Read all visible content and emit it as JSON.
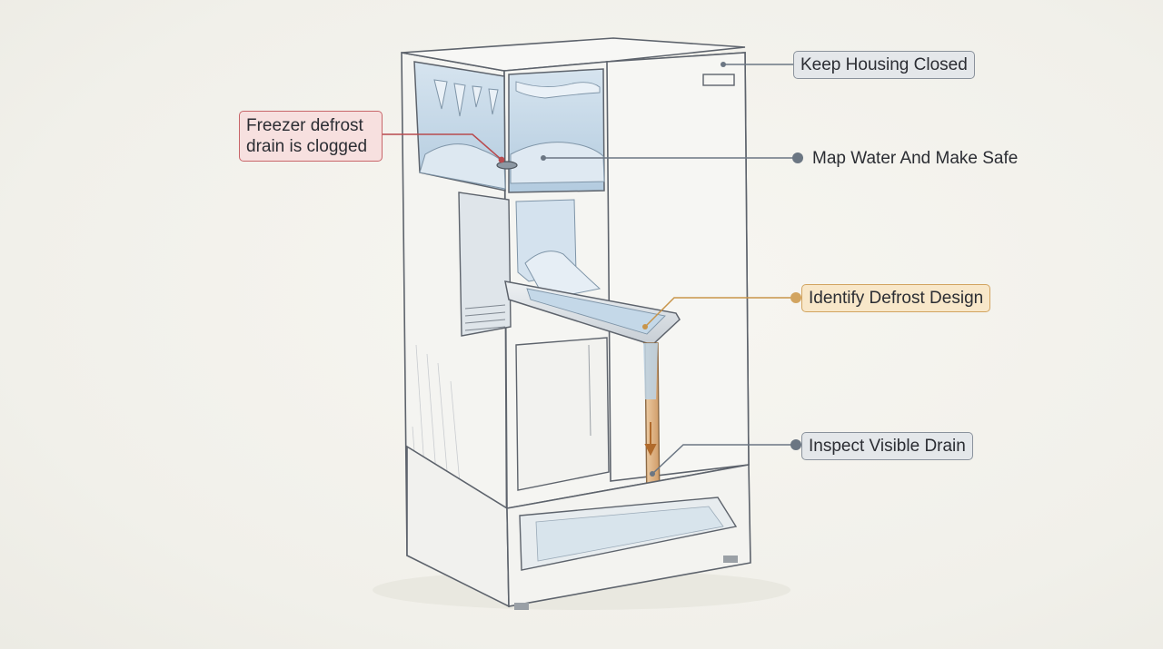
{
  "callouts": {
    "clog": {
      "text": "Freezer defrost drain is clogged",
      "color": "#c8666a"
    },
    "housing": {
      "text": "Keep Housing Closed",
      "color": "#8a929c"
    },
    "water": {
      "text": "Map Water And Make Safe",
      "color": "#6b7683"
    },
    "defrost": {
      "text": "Identify Defrost Design",
      "color": "#d2a460"
    },
    "drain": {
      "text": "Inspect Visible Drain",
      "color": "#8a929c"
    }
  },
  "colors": {
    "line": "#5d636c",
    "ice": "#bcd3e6",
    "pipe": "#e5b98a",
    "leader_gray": "#6b7683",
    "leader_red": "#b84a4e",
    "leader_amber": "#c8954a"
  },
  "icons": [
    "fridge-illustration",
    "drain-trough",
    "drain-pipe",
    "drip-tray",
    "flow-arrow-icon"
  ]
}
